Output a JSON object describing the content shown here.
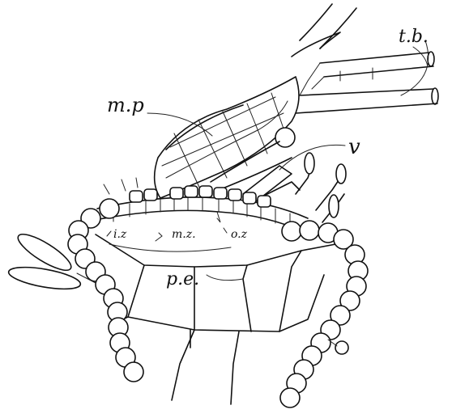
{
  "figure": {
    "labels": {
      "tb": "t.b.",
      "mp": "m.p",
      "v": "v",
      "iz": "i.z",
      "mz": "m.z.",
      "oz": "o.z",
      "pe": "p.e."
    }
  }
}
